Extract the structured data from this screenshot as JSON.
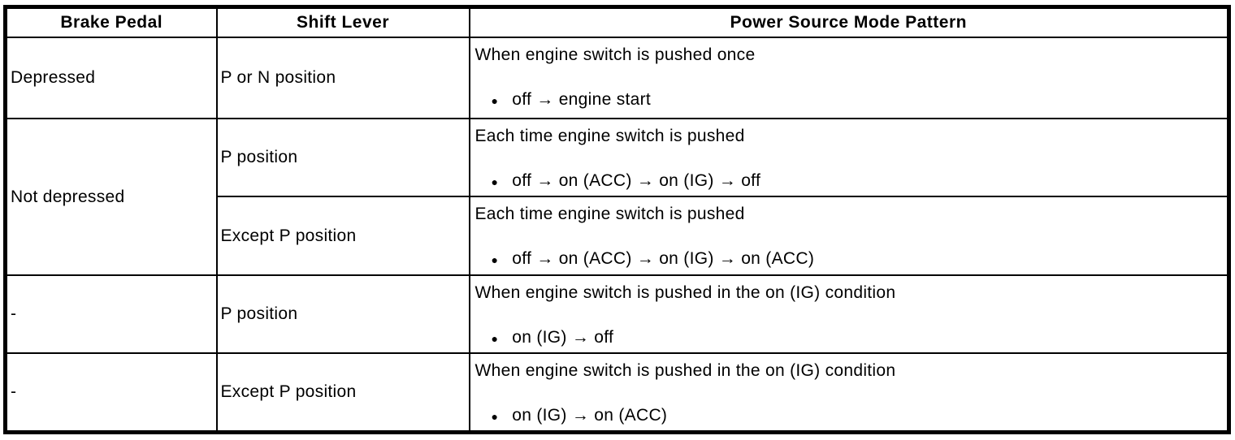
{
  "table": {
    "columns": [
      "Brake Pedal",
      "Shift Lever",
      "Power Source Mode Pattern"
    ],
    "bullet_glyph": "●",
    "rows": [
      {
        "brake_pedal": "Depressed",
        "shift_lever": "P or N position",
        "pattern_heading": "When engine switch is pushed once",
        "pattern_bullet": "off → engine start"
      },
      {
        "brake_pedal": "Not depressed",
        "shift_lever": "P position",
        "pattern_heading": "Each time engine switch is pushed",
        "pattern_bullet": "off → on (ACC) → on (IG) → off"
      },
      {
        "shift_lever": "Except P position",
        "pattern_heading": "Each time engine switch is pushed",
        "pattern_bullet": "off → on (ACC) → on (IG) → on (ACC)"
      },
      {
        "brake_pedal": "-",
        "shift_lever": "P position",
        "pattern_heading": "When engine switch is pushed in the on (IG) condition",
        "pattern_bullet": "on (IG) → off"
      },
      {
        "brake_pedal": "-",
        "shift_lever": "Except P position",
        "pattern_heading": "When engine switch is pushed in the on (IG) condition",
        "pattern_bullet": "on (IG) → on (ACC)"
      }
    ],
    "colors": {
      "border": "#000000",
      "background": "#ffffff",
      "text": "#000000"
    }
  }
}
